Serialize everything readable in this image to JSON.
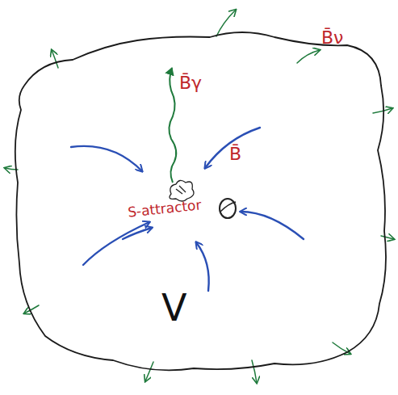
{
  "diagram": {
    "nodes": [
      {
        "text": [
          "V"
        ]
      }
    ],
    "labels": [
      "B̄γ",
      "B̄",
      "S-attractor",
      "B̄ν"
    ]
  }
}
